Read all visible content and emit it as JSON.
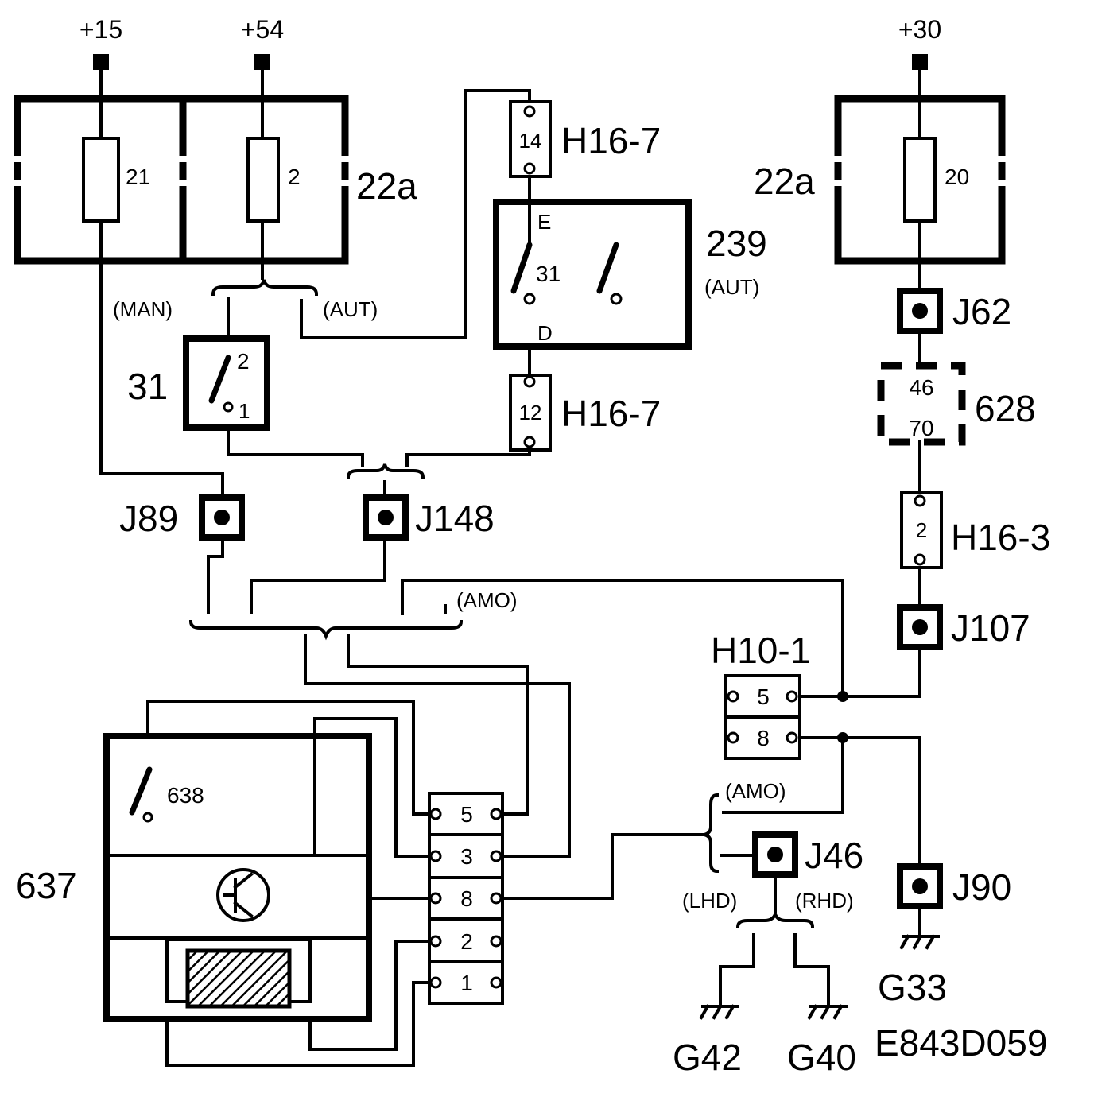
{
  "terminals": {
    "t15": "+15",
    "t54": "+54",
    "t30": "+30"
  },
  "fuse_box_left": {
    "label": "22a",
    "fuse_a": "21",
    "fuse_b": "2"
  },
  "fuse_box_right": {
    "label": "22a",
    "fuse": "20"
  },
  "connector_h16_7_top": {
    "label": "H16-7",
    "pin": "14"
  },
  "connector_h16_7_bottom": {
    "label": "H16-7",
    "pin": "12"
  },
  "relay_239": {
    "label": "239",
    "variant": "(AUT)",
    "pin_e": "E",
    "pin_31": "31",
    "pin_d": "D"
  },
  "switch_31": {
    "label": "31",
    "pin_2": "2",
    "pin_1": "1"
  },
  "variants": {
    "man": "(MAN)",
    "aut": "(AUT)",
    "amo_top": "(AMO)",
    "amo_right": "(AMO)",
    "lhd": "(LHD)",
    "rhd": "(RHD)"
  },
  "junctions": {
    "j89": "J89",
    "j148": "J148",
    "j62": "J62",
    "j107": "J107",
    "j46": "J46",
    "j90": "J90"
  },
  "unit_628": {
    "label": "628",
    "pin_in": "46",
    "pin_out": "70"
  },
  "connector_h16_3": {
    "label": "H16-3",
    "pin": "2"
  },
  "connector_h10_1": {
    "label": "H10-1",
    "pins": [
      "5",
      "8"
    ]
  },
  "unit_637": {
    "label": "637",
    "switch_label": "638"
  },
  "connector_637": {
    "pins": [
      "5",
      "3",
      "8",
      "2",
      "1"
    ]
  },
  "grounds": {
    "g33": "G33",
    "g42": "G42",
    "g40": "G40"
  },
  "drawing_code": "E843D059"
}
